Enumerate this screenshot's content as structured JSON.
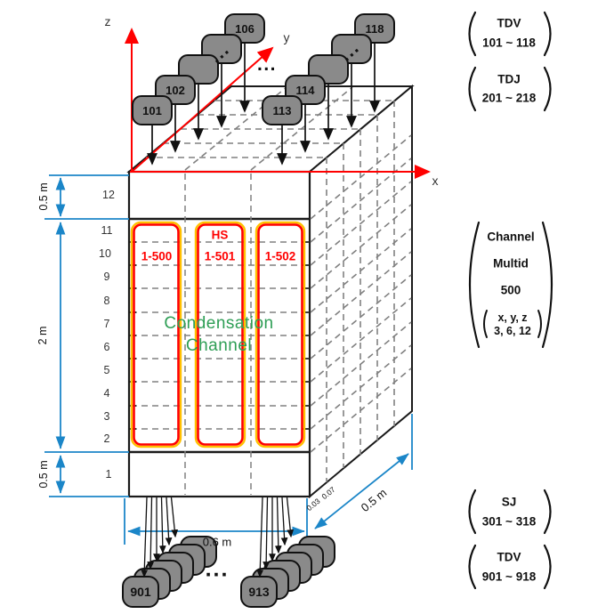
{
  "figure": {
    "axis_labels": {
      "x": "x",
      "y": "y",
      "z": "z"
    },
    "row_numbers": [
      "12",
      "11",
      "10",
      "9",
      "8",
      "7",
      "6",
      "5",
      "4",
      "3",
      "2",
      "1"
    ],
    "dimensions": {
      "left_top": "0.5 m",
      "left_middle": "2 m",
      "left_bottom": "0.5 m",
      "bottom_width": "0.6 m",
      "depth": "0.5 m",
      "cell_a": "0.03",
      "cell_b": "0.07"
    },
    "top_nodes": {
      "g1_front": "101",
      "g1_second": "102",
      "g1_back": "106",
      "g2_front": "113",
      "g2_second": "114",
      "g2_back": "118",
      "ellipsis": "..."
    },
    "bottom_nodes": {
      "g1_front": "901",
      "g2_front": "913",
      "ellipsis": "..."
    },
    "channels": {
      "hs": "HS",
      "c1": "1-500",
      "c2": "1-501",
      "c3": "1-502",
      "green_line1": "Condensation",
      "green_line2": "Channel"
    },
    "annotations": {
      "tdv_top_name": "TDV",
      "tdv_top_range": "101 ~ 118",
      "tdj_name": "TDJ",
      "tdj_range": "201 ~ 218",
      "multid_line1": "Channel",
      "multid_line2": "Multid",
      "multid_line3": "500",
      "multid_axes": "x, y, z",
      "multid_dims": "3, 6, 12",
      "sj_name": "SJ",
      "sj_range": "301 ~ 318",
      "tdv_bot_name": "TDV",
      "tdv_bot_range": "901 ~ 918"
    },
    "colors": {
      "axis": "#ff0000",
      "dimension": "#1b86c8",
      "channel_outer": "#ffc000",
      "channel_inner": "#ff0000",
      "node_fill": "#8a8a8a",
      "green_text": "#2e9e55",
      "dash": "#808080"
    }
  }
}
